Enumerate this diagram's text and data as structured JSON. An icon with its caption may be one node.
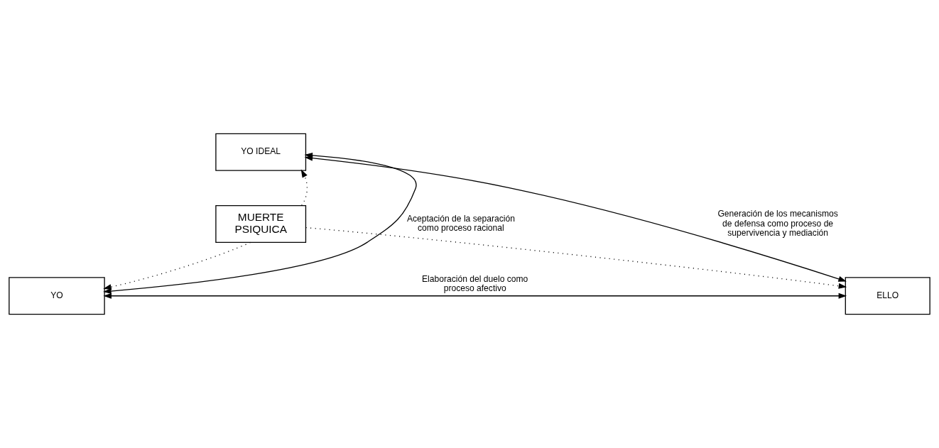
{
  "diagram": {
    "nodes": [
      {
        "text": [
          "YO IDEAL"
        ]
      },
      {
        "text": [
          "MUERTE PSIQUICA"
        ]
      },
      {
        "text": [
          "YO"
        ]
      },
      {
        "text": [
          "ELLO"
        ]
      }
    ],
    "edges": [
      {
        "from": 2,
        "to": 0,
        "arrow": "both",
        "label": "Aceptación de la separación como proceso racional"
      },
      {
        "from": 3,
        "to": 0,
        "arrow": "both",
        "label": "Generación de los mecanismos de defensa como proceso de supervivencia y mediación"
      },
      {
        "from": 1,
        "to": 0,
        "arrow": "to",
        "style": "dashed"
      },
      {
        "from": 1,
        "to": 2,
        "arrow": "to",
        "style": "dashed"
      },
      {
        "from": 1,
        "to": 3,
        "arrow": "to",
        "style": "dashed"
      },
      {
        "from": 2,
        "to": 3,
        "arrow": "both",
        "label": "Elaboración del duelo como proceso afectivo"
      }
    ]
  }
}
